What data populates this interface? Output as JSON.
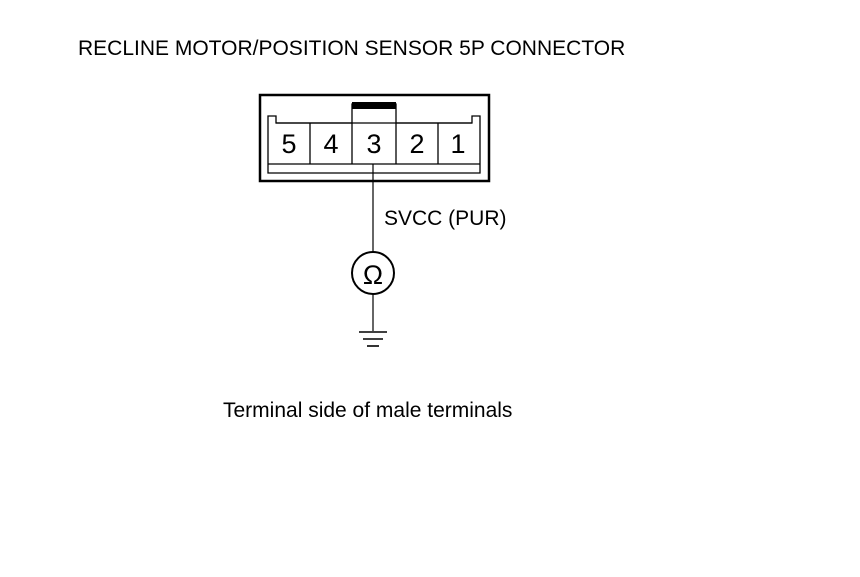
{
  "title": "RECLINE MOTOR/POSITION SENSOR 5P CONNECTOR",
  "connector": {
    "terminals": [
      "5",
      "4",
      "3",
      "2",
      "1"
    ],
    "tested_terminal": "3"
  },
  "wire_label": "SVCC (PUR)",
  "meter_symbol": "Ω",
  "caption": "Terminal side of male terminals",
  "colors": {
    "line": "#000000",
    "background": "#ffffff"
  }
}
